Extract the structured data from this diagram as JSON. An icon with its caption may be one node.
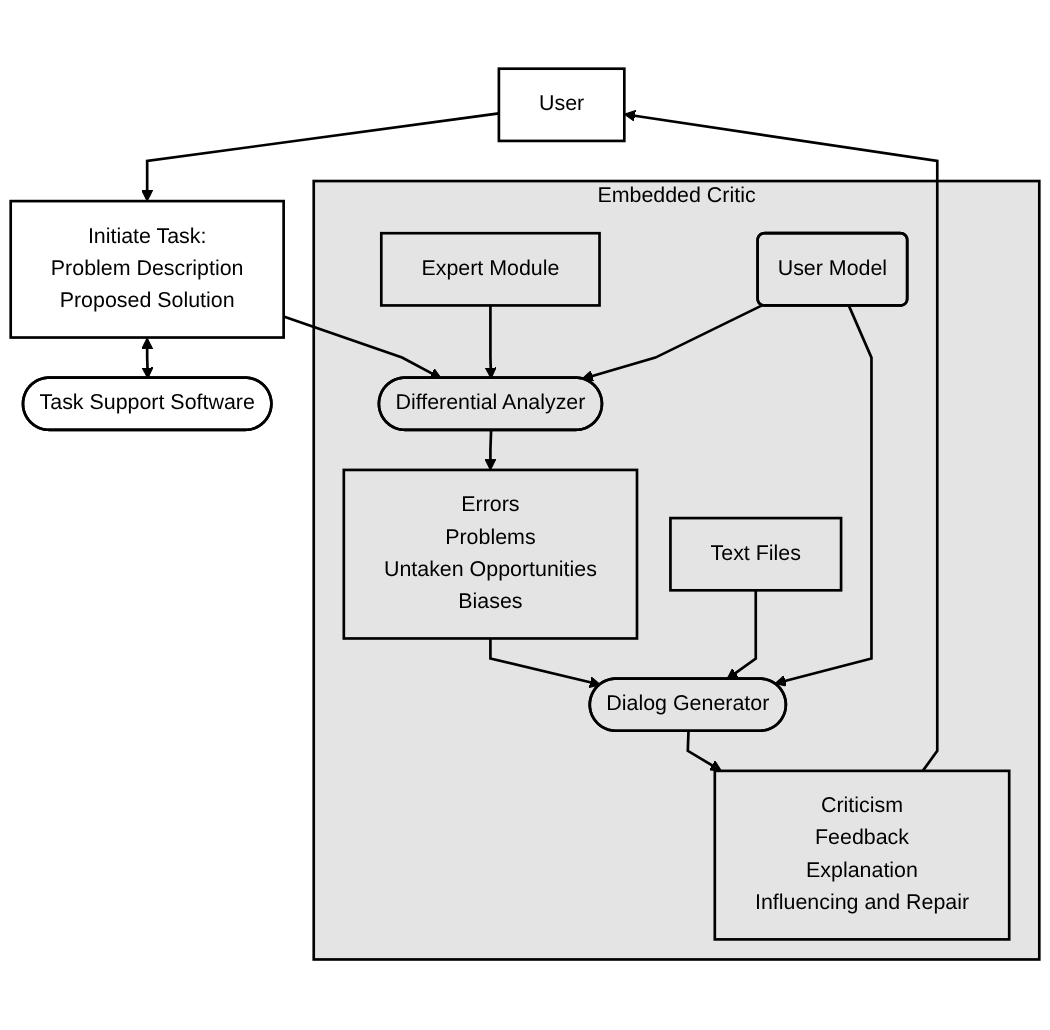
{
  "diagram": {
    "nodes": [
      {
        "text": [
          "User"
        ]
      },
      {
        "text": [
          "Initiate Task:",
          "Problem Description",
          "Proposed Solution"
        ]
      },
      {
        "text": [
          "Task Support Software"
        ]
      },
      {
        "text": [
          "Embedded Critic"
        ]
      },
      {
        "text": [
          "Criticism",
          "Feedback",
          "Explanation",
          "Influencing and Repair"
        ],
        "in": 3
      },
      {
        "text": [
          "Differential Analyzer"
        ],
        "in": 3
      },
      {
        "text": [
          "Expert Module"
        ],
        "in": 3
      },
      {
        "text": [
          "Errors",
          "Problems",
          "Untaken Opportunities",
          "Biases"
        ],
        "in": 3
      },
      {
        "text": [
          "User Model"
        ],
        "in": 3
      },
      {
        "text": [
          "Dialog Generator"
        ],
        "in": 3
      },
      {
        "text": [
          "Text Files"
        ],
        "in": 3
      }
    ],
    "edges": [
      {
        "from": 0,
        "to": 1,
        "arrow": "to"
      },
      {
        "from": 4,
        "to": 0,
        "arrow": "to"
      },
      {
        "from": 1,
        "to": 2,
        "arrow": "both"
      },
      {
        "from": 1,
        "to": 5,
        "arrow": "to"
      },
      {
        "from": 6,
        "to": 5,
        "arrow": "to"
      },
      {
        "from": 5,
        "to": 7,
        "arrow": "to"
      },
      {
        "from": 8,
        "to": 5,
        "arrow": "to"
      },
      {
        "from": 7,
        "to": 9,
        "arrow": "to"
      },
      {
        "from": 8,
        "to": 9,
        "arrow": "to"
      },
      {
        "from": 10,
        "to": 9,
        "arrow": "to"
      },
      {
        "from": 9,
        "to": 4,
        "arrow": "to"
      }
    ]
  }
}
